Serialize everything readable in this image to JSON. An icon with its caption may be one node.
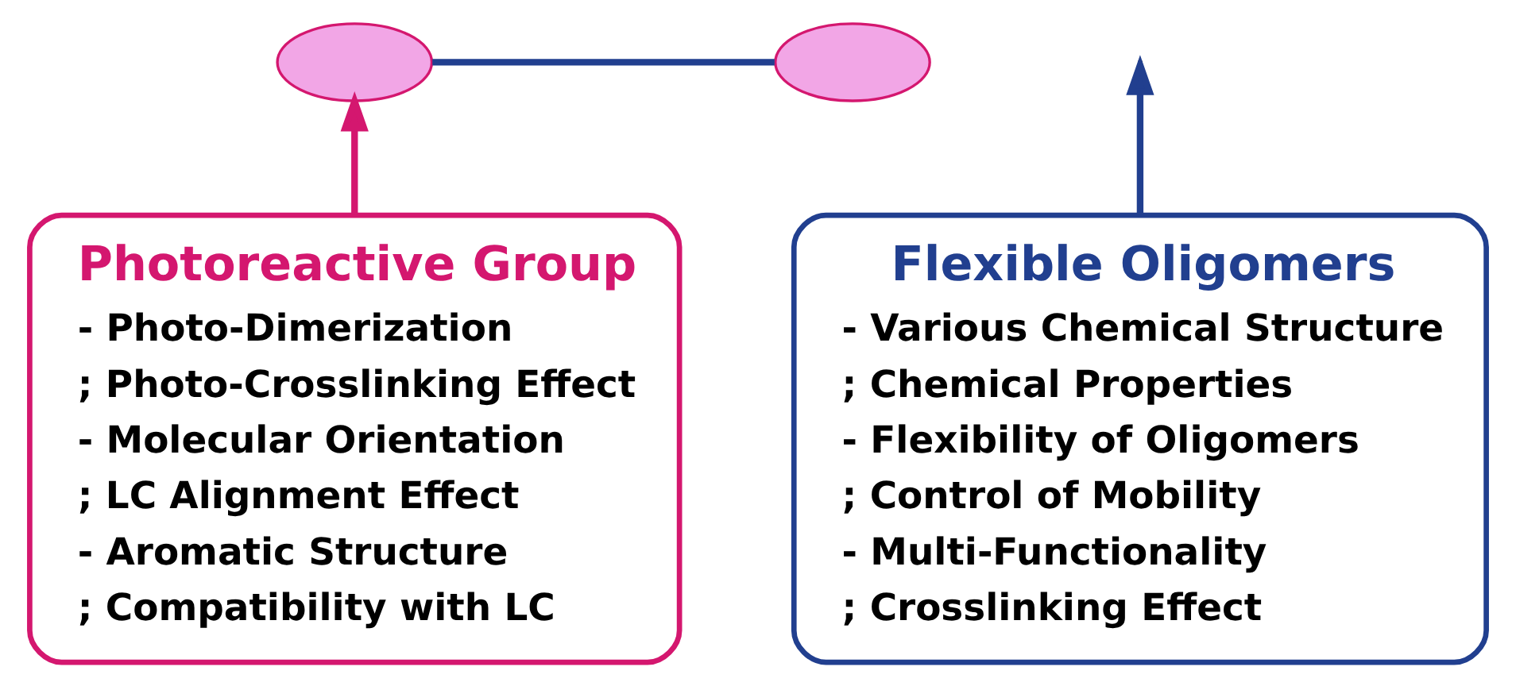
{
  "diagram": {
    "nodes": [
      {
        "text": [],
        "shape": "ellipse"
      },
      {
        "text": [],
        "shape": "ellipse"
      },
      {
        "text": [
          "Photoreactive Group",
          "- Photo-Dimerization",
          "; Photo-Crosslinking Effect",
          "- Molecular Orientation",
          "; LC Alignment Effect",
          "- Aromatic Structure",
          "; Compatibility with LC"
        ]
      },
      {
        "text": [
          "Flexible Oligomers",
          "- Various Chemical Structure",
          "; Chemical Properties",
          "- Flexibility of Oligomers",
          "; Control of Mobility",
          "- Multi-Functionality",
          "; Crosslinking Effect"
        ]
      }
    ],
    "edges": [
      {
        "from": 0,
        "to": 1,
        "arrow": "none"
      },
      {
        "from": 2,
        "to": 0,
        "arrow": "to",
        "color": "#d4176f"
      },
      {
        "from": 3,
        "to": null,
        "arrow": "to"
      }
    ]
  }
}
